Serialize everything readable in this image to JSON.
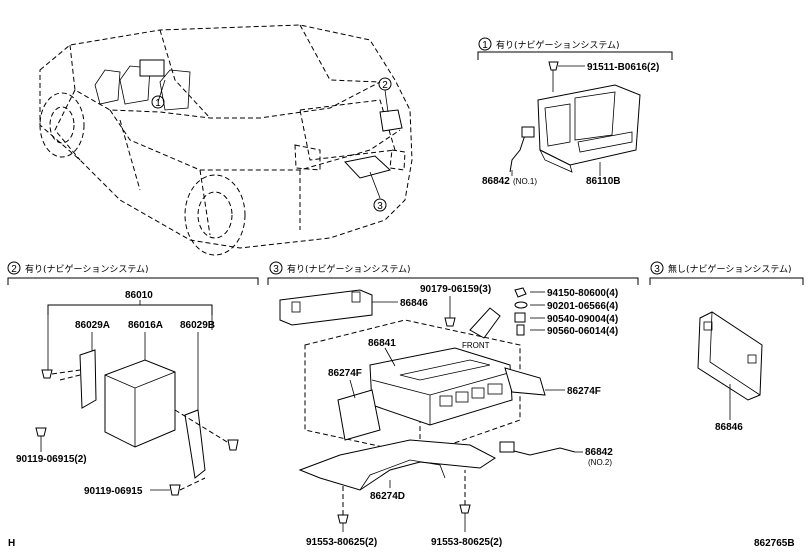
{
  "sections": {
    "top_right": {
      "circle": "1",
      "title": "有り(ナビゲーションシステム)",
      "parts": {
        "bolt": "91511-B0616(2)",
        "harness": "86842",
        "harness_note": "(NO.1)",
        "display": "86110B"
      }
    },
    "left": {
      "circle": "2",
      "title": "有り(ナビゲーションシステム)",
      "parts": {
        "assy": "86010",
        "bracket_l": "86029A",
        "receiver": "86016A",
        "bracket_r": "86029B",
        "screw1": "90119-06915(2)",
        "screw2": "90119-06915"
      }
    },
    "middle": {
      "circle": "3",
      "title": "有り(ナビゲーションシステム)",
      "parts": {
        "cover": "86846",
        "nut": "90179-06159(3)",
        "front": "FRONT",
        "tuner": "86841",
        "bracket_f_left": "86274F",
        "bracket_f_right": "86274F",
        "harness": "86842",
        "harness_note": "(NO.2)",
        "bracket_d": "86274D",
        "bolt_left": "91553-80625(2)",
        "bolt_right": "91553-80625(2)"
      },
      "hardware": [
        "94150-80600(4)",
        "90201-06566(4)",
        "90540-09004(4)",
        "90560-06014(4)"
      ]
    },
    "right": {
      "circle": "3",
      "title": "無し(ナビゲーションシステム)",
      "parts": {
        "cover": "86846"
      }
    }
  },
  "vehicle_callouts": [
    "1",
    "2",
    "3"
  ],
  "footer": {
    "left": "H",
    "right": "862765B"
  }
}
